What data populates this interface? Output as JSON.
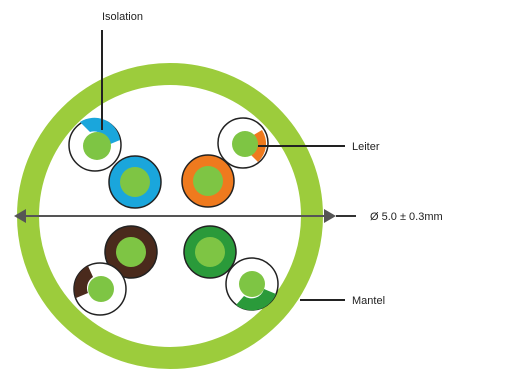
{
  "labels": {
    "isolation": "Isolation",
    "leiter": "Leiter",
    "diameter": "Ø 5.0 ± 0.3mm",
    "mantel": "Mantel"
  },
  "colors": {
    "mantel": "#9ccc3c",
    "conductor": "#7ec544",
    "blue": "#1aa6dc",
    "orange": "#ef7a1e",
    "brown": "#4a2a1c",
    "green": "#2a9a3a",
    "white_insulation": "#ffffff",
    "line": "#333333",
    "arrow": "#555555"
  },
  "pairs": [
    {
      "name": "blue-pair",
      "colors": [
        "white",
        "blue"
      ]
    },
    {
      "name": "orange-pair",
      "colors": [
        "white",
        "orange"
      ]
    },
    {
      "name": "brown-pair",
      "colors": [
        "brown",
        "white"
      ]
    },
    {
      "name": "green-pair",
      "colors": [
        "green",
        "white"
      ]
    }
  ]
}
